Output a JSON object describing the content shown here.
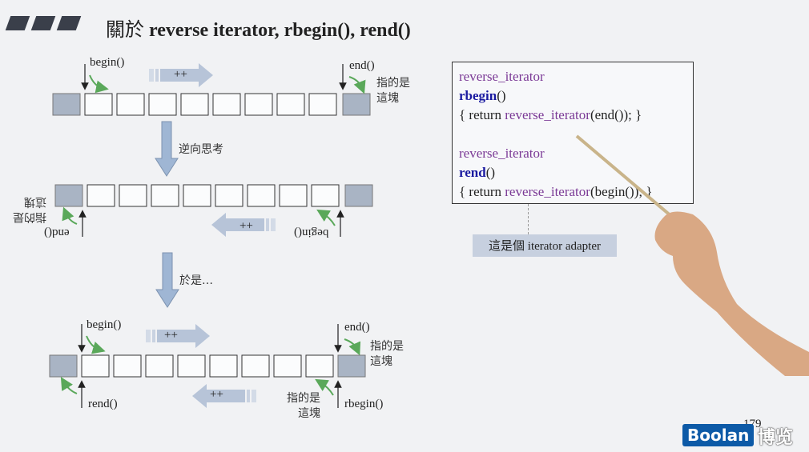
{
  "title": {
    "prefix_cjk": "關於",
    "text": "reverse iterator, rbegin(), rend()"
  },
  "diagram1": {
    "begin_label": "begin()",
    "end_label": "end()",
    "plusplus": "++",
    "points_line1": "指的是",
    "points_line2": "這塊"
  },
  "step1_label": "逆向思考",
  "diagram2": {
    "begin_label": "begin()",
    "end_label": "end()",
    "plusplus": "++",
    "points_line1": "指的是",
    "points_line2": "這塊"
  },
  "step2_label": "於是…",
  "diagram3": {
    "begin_label": "begin()",
    "end_label": "end()",
    "rend_label": "rend()",
    "rbegin_label": "rbegin()",
    "plusplus_top": "++",
    "plusplus_bottom": "++",
    "end_points_line1": "指的是",
    "end_points_line2": "這塊",
    "rbegin_points_line1": "指的是",
    "rbegin_points_line2": "這塊"
  },
  "code": {
    "line1": "reverse_iterator",
    "line2_kw": "rbegin",
    "line2_rest": "()",
    "line3_open": "{ return ",
    "line3_fn": "reverse_iterator",
    "line3_arg": "(end()); }",
    "line4": "reverse_iterator",
    "line5_kw": "rend",
    "line5_rest": "()",
    "line6_open": "{ return ",
    "line6_fn": "reverse_iterator",
    "line6_arg": "(begin()); }"
  },
  "adapter_note": {
    "cjk": "這是個",
    "text": " iterator adapter"
  },
  "page_number": "179",
  "logo": {
    "text": "Boolan",
    "cjk": "博览"
  },
  "colors": {
    "cell_fill": "#fbfcfd",
    "cell_gray": "#a9b4c4",
    "arrow_fill": "#b7c4d8",
    "down_arrow": "#9fb6d4",
    "curve_green": "#5aa85a",
    "code_purple": "#7b3a96",
    "code_keyword": "#1a1aa0",
    "logo_blue": "#0d5aa7"
  }
}
